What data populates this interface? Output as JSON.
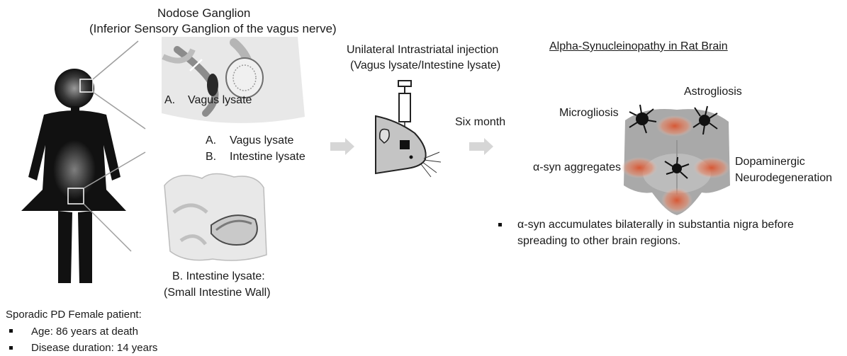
{
  "ganglion": {
    "title": "Nodose Ganglion",
    "subtitle": "(Inferior Sensory Ganglion of the vagus nerve)",
    "panel_letter": "A.",
    "panel_label": "Vagus lysate"
  },
  "lysates": {
    "a_letter": "A.",
    "a_label": "Vagus lysate",
    "b_letter": "B.",
    "b_label": "Intestine lysate"
  },
  "intestine": {
    "line1": "B. Intestine lysate:",
    "line2": "(Small Intestine Wall)"
  },
  "injection": {
    "line1": "Unilateral Intrastriatal injection",
    "line2": "(Vagus lysate/Intestine lysate)"
  },
  "interval": "Six month",
  "result": {
    "title": "Alpha-Synucleinopathy in Rat Brain",
    "astrogliosis": "Astrogliosis",
    "microgliosis": "Microgliosis",
    "aggregates": "α-syn aggregates",
    "dopa1": "Dopaminergic",
    "dopa2": "Neurodegeneration",
    "bullet_line1": "α-syn accumulates bilaterally in substantia nigra before",
    "bullet_line2": "spreading to other brain regions."
  },
  "patient": {
    "title": "Sporadic PD Female patient:",
    "age": "Age: 86 years at death",
    "duration": "Disease duration: 14 years"
  },
  "colors": {
    "silhouette": "#111111",
    "callout": "#9e9e9e",
    "arrow": "#d6d6d6",
    "brain": "#a9a9a9",
    "aggregate": "#e0704e"
  }
}
